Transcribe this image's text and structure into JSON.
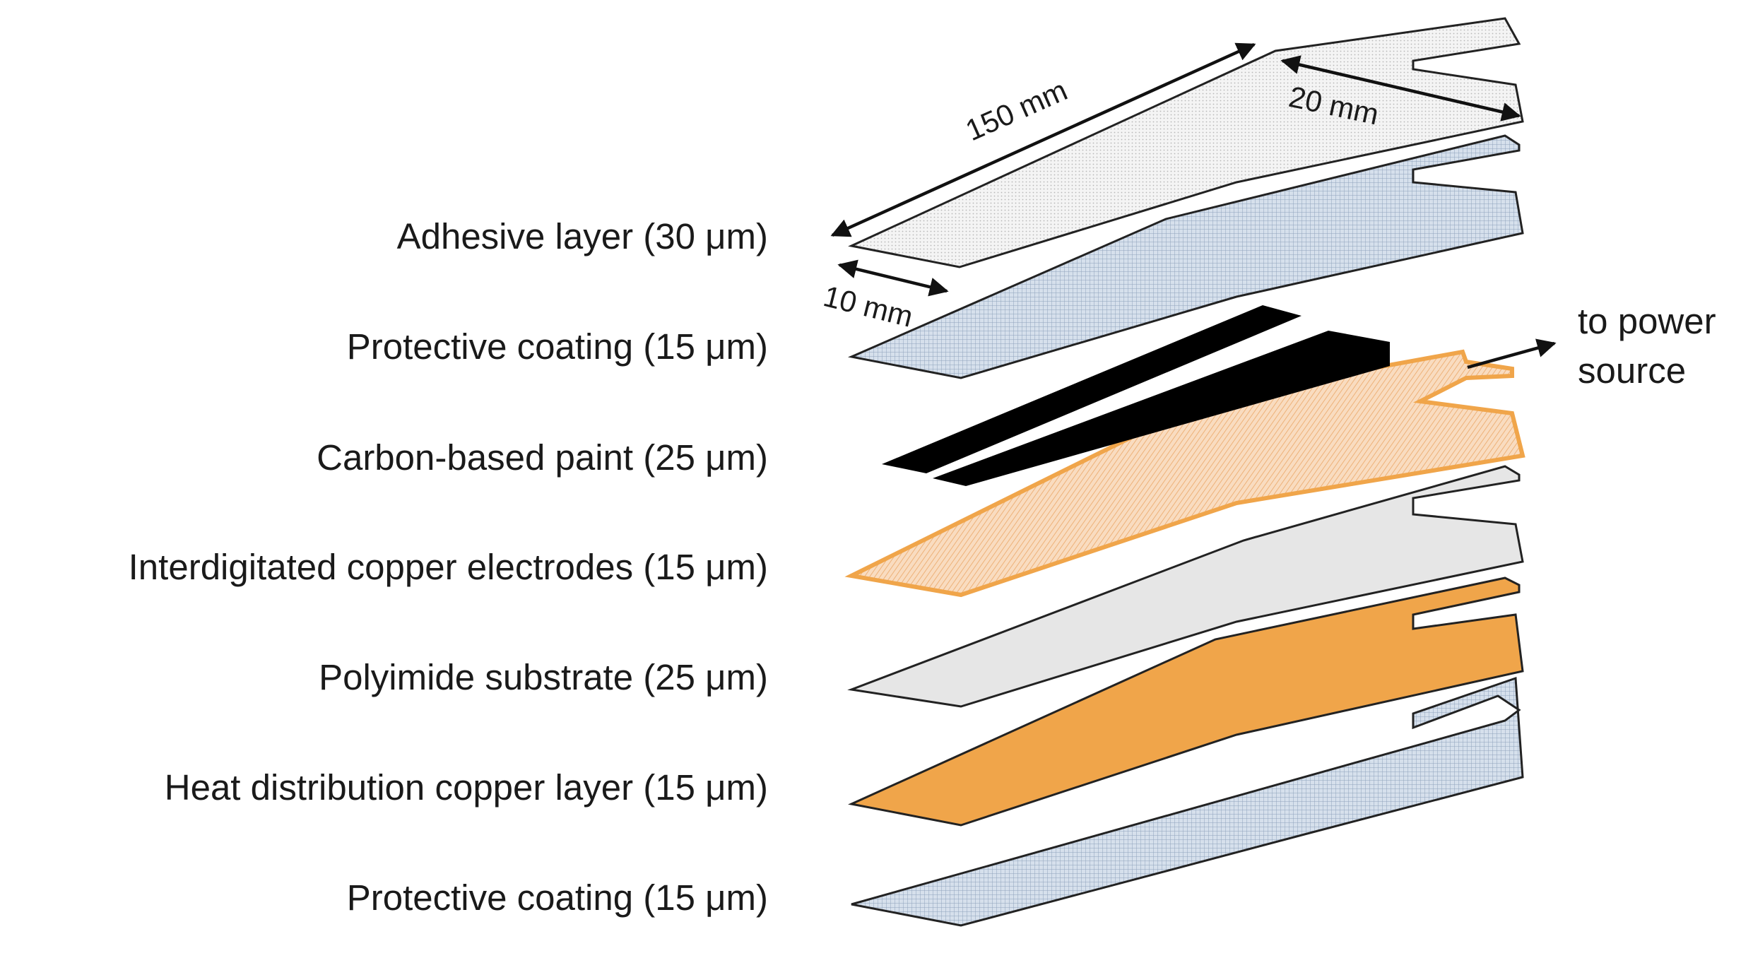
{
  "layers": [
    {
      "label": "Adhesive layer (30 μm)",
      "fill": "#f2f2f2",
      "pattern": "dots"
    },
    {
      "label": "Protective coating (15 μm)",
      "fill": "#c9d5e4",
      "pattern": "grid"
    },
    {
      "label": "Carbon-based paint (25 μm)",
      "fill": "#000000",
      "pattern": "none"
    },
    {
      "label": "Interdigitated copper electrodes (15 μm)",
      "fill": "#f7d2ad",
      "pattern": "hatch"
    },
    {
      "label": "Polyimide substrate (25 μm)",
      "fill": "#e6e6e6",
      "pattern": "none"
    },
    {
      "label": "Heat distribution copper layer (15 μm)",
      "fill": "#f0a54a",
      "pattern": "none"
    },
    {
      "label": "Protective coating (15 μm)",
      "fill": "#c9d5e4",
      "pattern": "grid"
    }
  ],
  "dimensions": {
    "length": "150 mm",
    "width": "20 mm",
    "tip": "10 mm"
  },
  "power": {
    "line1": "to power",
    "line2": "source"
  },
  "colors": {
    "copper": "#f0a54a",
    "copper_light": "#f7d2ad",
    "coating": "#c9d5e4",
    "adhesive": "#f2f2f2",
    "polyimide": "#e6e6e6",
    "carbon": "#000000"
  }
}
